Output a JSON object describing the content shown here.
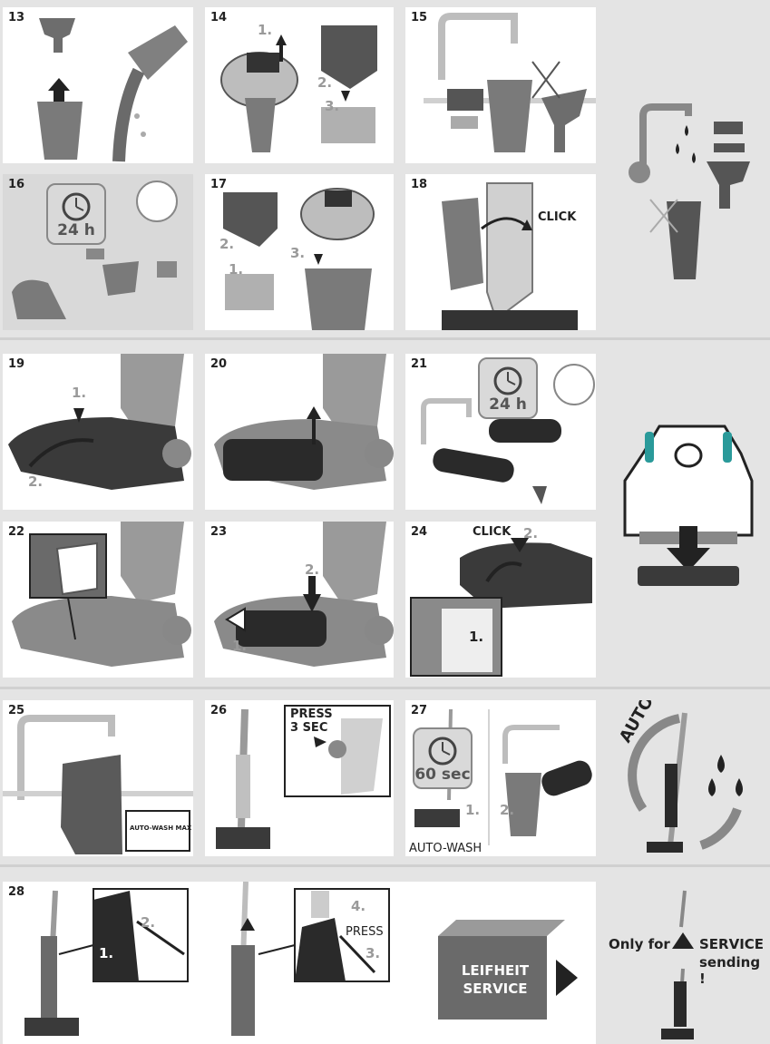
{
  "steps": {
    "s13": "13",
    "s14": "14",
    "s15": "15",
    "s16": "16",
    "s17": "17",
    "s18": "18",
    "s19": "19",
    "s20": "20",
    "s21": "21",
    "s22": "22",
    "s23": "23",
    "s24": "24",
    "s25": "25",
    "s26": "26",
    "s27": "27",
    "s28": "28"
  },
  "labels": {
    "one": "1.",
    "two": "2.",
    "three": "3.",
    "four": "4.",
    "click": "CLICK",
    "clock_24": "24 h",
    "clock_60": "60 sec",
    "press_3sec_line1": "PRESS",
    "press_3sec_line2": "3 SEC",
    "press": "PRESS",
    "auto_wash_max": "AUTO-WASH MAX",
    "auto_wash": "AUTO-WASH",
    "auto_wash_arc": "AUTO-WASH",
    "leifheit_service_line1": "LEIFHEIT",
    "leifheit_service_line2": "SERVICE",
    "only_for": "Only for",
    "service": "SERVICE",
    "sending": "sending !"
  },
  "colors": {
    "panel_bg": "#ffffff",
    "page_bg": "#e4e4e4",
    "accent_teal": "#2a9a9a",
    "dark": "#2a2a2a",
    "mid_gray": "#8a8a8a"
  }
}
